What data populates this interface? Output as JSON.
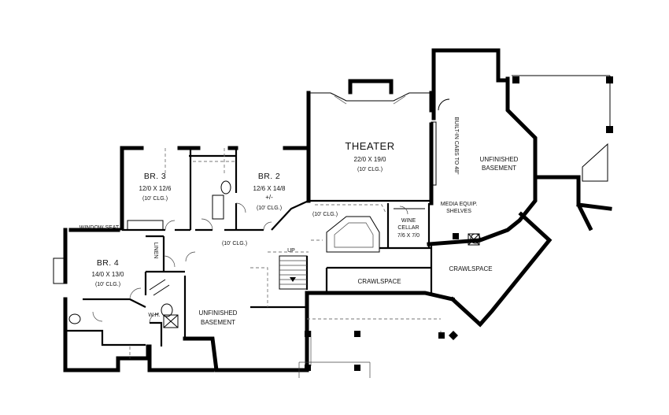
{
  "rooms": {
    "theater": {
      "name": "THEATER",
      "dims": "22/0 X 19/0",
      "clg": "(10' CLG.)"
    },
    "br2": {
      "name": "BR. 2",
      "dims": "12/6 X 14/8",
      "extra": "+/-",
      "clg": "(10' CLG.)"
    },
    "br3": {
      "name": "BR. 3",
      "dims": "12/0 X 12/6",
      "clg": "(10' CLG.)"
    },
    "br4": {
      "name": "BR. 4",
      "dims": "14/0 X 13/0",
      "clg": "(10' CLG.)"
    },
    "unfinished_right": {
      "line1": "UNFINISHED",
      "line2": "BASEMENT"
    },
    "unfinished_left": {
      "line1": "UNFINISHED",
      "line2": "BASEMENT"
    },
    "wine_cellar": {
      "line1": "WINE",
      "line2": "CELLAR",
      "dims": "7/6 X 7/0"
    },
    "crawlspace_center": "CRAWLSPACE",
    "crawlspace_right": "CRAWLSPACE"
  },
  "labels": {
    "hall_clg": "(10' CLG.)",
    "bar_clg": "(10' CLG.)",
    "up": "UP",
    "window_seat": "WINDOW SEAT",
    "linen": "LINEN",
    "built_in_cabs": "BUILT-IN CABS TO 48\"",
    "media_line1": "MEDIA EQUIP.",
    "media_line2": "SHELVES",
    "wh": "W.H."
  }
}
